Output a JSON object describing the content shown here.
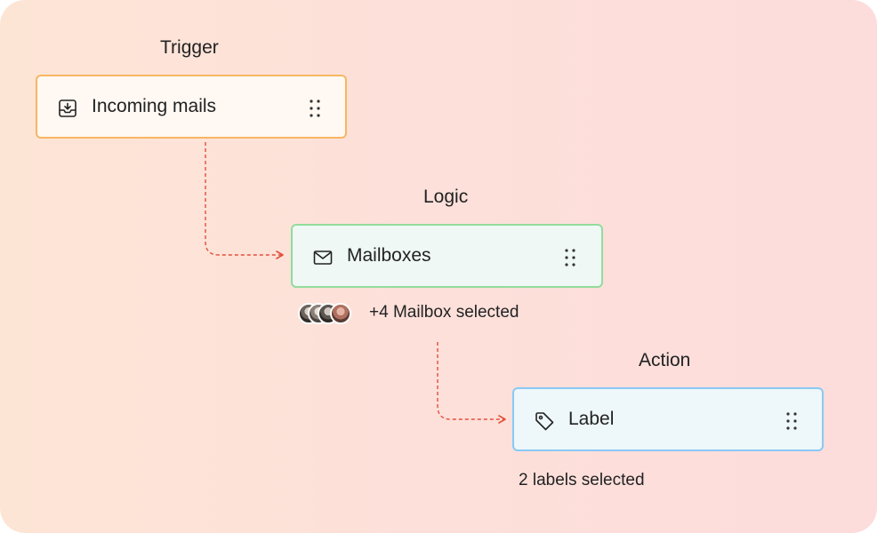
{
  "colors": {
    "background_start": "#fde5d6",
    "background_end": "#fddcdc",
    "trigger_border": "#f7b662",
    "trigger_fill": "#fff8f3",
    "logic_border": "#92dc9c",
    "logic_fill": "#eff8f4",
    "action_border": "#89c9f5",
    "action_fill": "#eef7f9",
    "connector": "#e0503a"
  },
  "trigger": {
    "section_label": "Trigger",
    "card_title": "Incoming mails",
    "icon": "inbox-download-icon"
  },
  "logic": {
    "section_label": "Logic",
    "card_title": "Mailboxes",
    "icon": "envelope-icon",
    "selection_text": "+4 Mailbox selected",
    "avatar_count": 4
  },
  "action": {
    "section_label": "Action",
    "card_title": "Label",
    "icon": "tag-icon",
    "selection_text": "2 labels selected"
  }
}
